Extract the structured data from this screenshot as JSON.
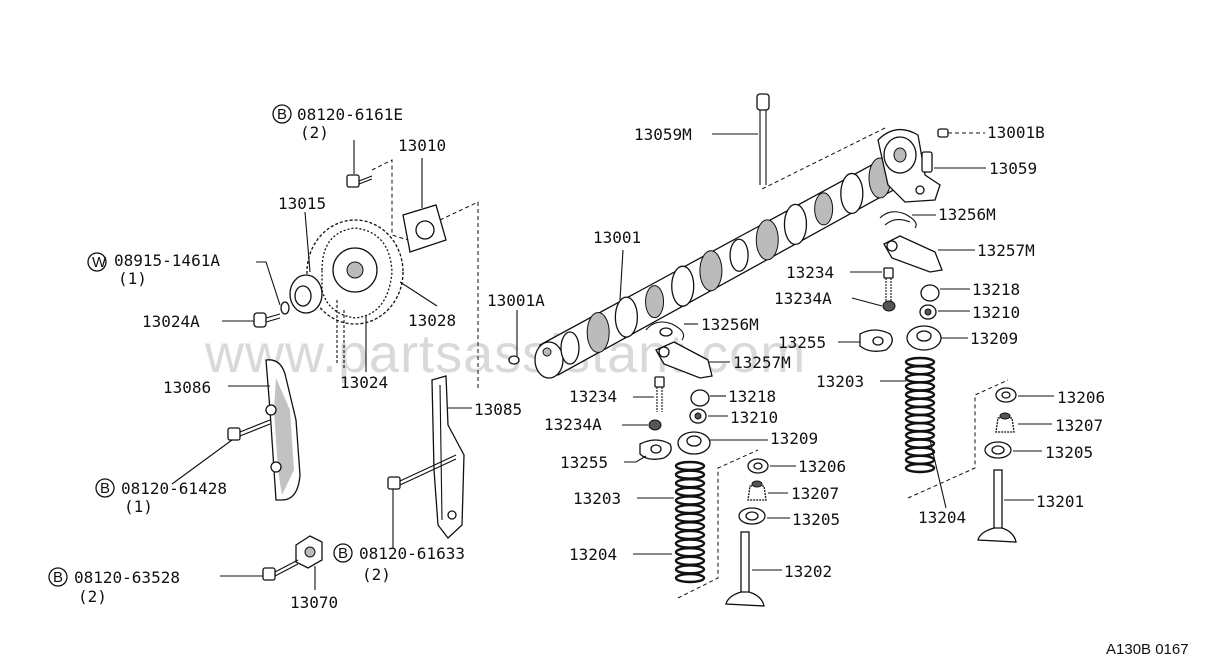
{
  "watermark": "www.partsassistant.com",
  "reference_code": "A130B 0167",
  "labels": {
    "p13010": "13010",
    "p13015": "13015",
    "p13024A": "13024A",
    "p13028": "13028",
    "p13024": "13024",
    "p13086": "13086",
    "p13085": "13085",
    "p13070": "13070",
    "p13001A": "13001A",
    "p13001": "13001",
    "p13059M": "13059M",
    "p13001B": "13001B",
    "p13059": "13059",
    "p13256M_r": "13256M",
    "p13257M_r": "13257M",
    "p13234_r": "13234",
    "p13218_r": "13218",
    "p13234A_r": "13234A",
    "p13210_r": "13210",
    "p13255_r": "13255",
    "p13209_r": "13209",
    "p13203_r": "13203",
    "p13206_r": "13206",
    "p13207_r": "13207",
    "p13205_r": "13205",
    "p13204_r": "13204",
    "p13201": "13201",
    "p13256M_l": "13256M",
    "p13257M_l": "13257M",
    "p13234_l": "13234",
    "p13218_l": "13218",
    "p13234A_l": "13234A",
    "p13210_l": "13210",
    "p13255_l": "13255",
    "p13209_l": "13209",
    "p13203_l": "13203",
    "p13206_l": "13206",
    "p13207_l": "13207",
    "p13205_l": "13205",
    "p13204_l": "13204",
    "p13202": "13202"
  },
  "fasteners": {
    "f1": {
      "badge": "B",
      "part": "08120-6161E",
      "qty": "(2)"
    },
    "f2": {
      "badge": "W",
      "part": "08915-1461A",
      "qty": "(1)"
    },
    "f3": {
      "badge": "B",
      "part": "08120-61428",
      "qty": "(1)"
    },
    "f4": {
      "badge": "B",
      "part": "08120-61633",
      "qty": "(2)"
    },
    "f5": {
      "badge": "B",
      "part": "08120-63528",
      "qty": "(2)"
    }
  }
}
